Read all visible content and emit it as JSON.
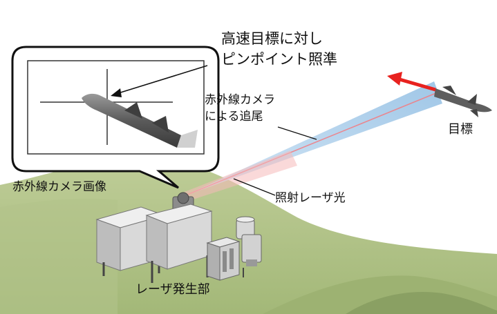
{
  "labels": {
    "callout_line1": "高速目標に対し",
    "callout_line2": "ピンポイント照準",
    "ir_tracking_line1": "赤外線カメラ",
    "ir_tracking_line2": "による追尾",
    "target": "目標",
    "ir_image": "赤外線カメラ画像",
    "laser_light": "照射レーザ光",
    "laser_generator": "レーザ発生部"
  },
  "colors": {
    "sky": "#ffffff",
    "hill": "#b9c98f",
    "hill_dark": "#8fa46b",
    "beam": "#a9cdea",
    "laser": "#f08a8a",
    "arrow": "#e8221f",
    "missile": "#555555",
    "container": "#dcdcdc"
  }
}
